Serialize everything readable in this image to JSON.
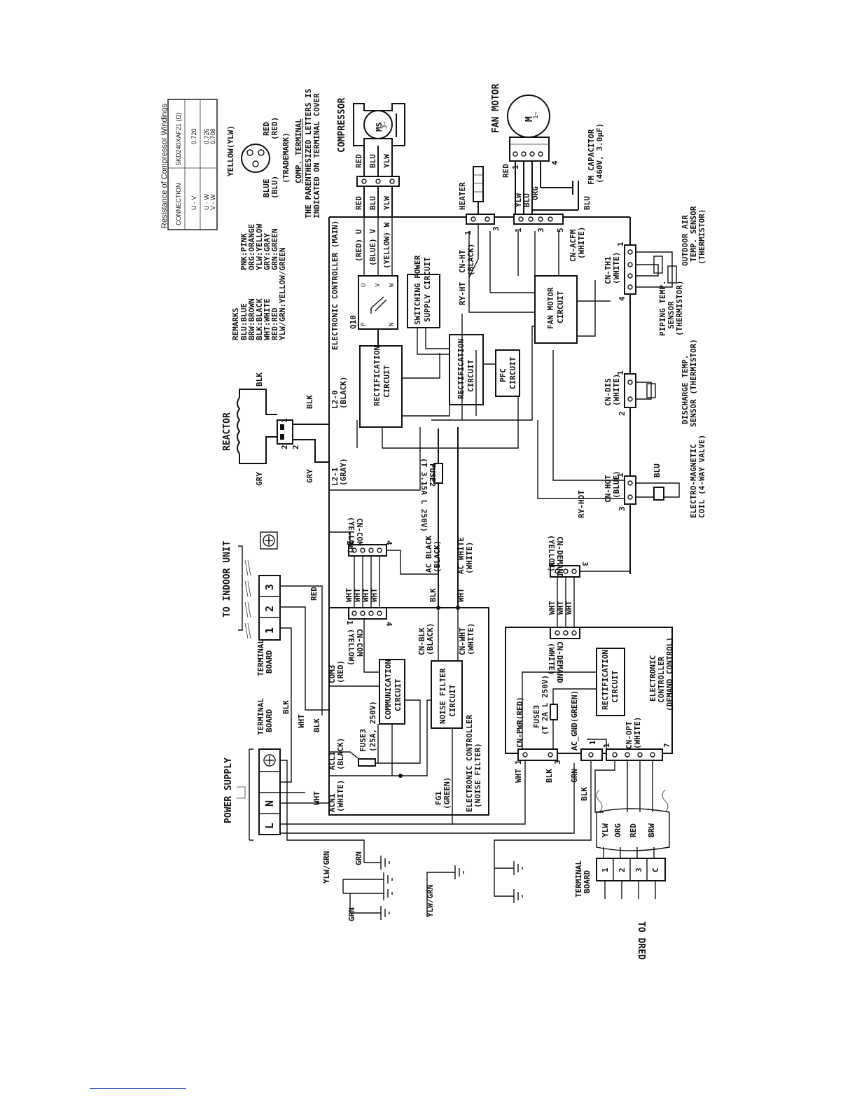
{
  "table": {
    "title": "Resistance of Compressor Windings",
    "headers": [
      "CONNECTION",
      "5KD240XAF21 (Ω)"
    ],
    "rows": [
      [
        "U - V",
        "0.720"
      ],
      [
        "U - W",
        "0.726"
      ],
      [
        "V - W",
        "0.708"
      ]
    ]
  },
  "comp_terminal": {
    "yellow": "YELLOW(YLW)",
    "red": "RED",
    "red_paren": "(RED)",
    "blue": "BLUE",
    "blue_paren": "(BLU)",
    "trademark": "(TRADEMARK)",
    "title": "COMP. TERMINAL"
  },
  "note": [
    "THE PARENTHESIZED LETTERS IS",
    "INDICATED ON TERMINAL COVER"
  ],
  "remarks": {
    "title": "REMARKS",
    "col1": [
      "BLU:BLUE",
      "BRW:BROWN",
      "BLK:BLACK",
      "WHT:WHITE",
      "RED:RED",
      "YLW/GRN:YELLOW/GREEN"
    ],
    "col2": [
      "PNK:PINK",
      "ORG:ORANGE",
      "YLW:YELLOW",
      "GRY:GRAY",
      "GRN:GREEN"
    ]
  },
  "components": {
    "compressor": "COMPRESSOR",
    "ms": "MS",
    "ms_sub": "3~",
    "fan_motor": "FAN MOTOR",
    "m": "M",
    "m_sub": "1~",
    "fm_capacitor": [
      "FM CAPACITOR",
      "(460V, 3.0μF)"
    ],
    "heater": "HEATER",
    "reactor": "REACTOR",
    "to_indoor_unit": "TO INDOOR UNIT",
    "terminal_board": [
      "TERMINAL",
      "BOARD"
    ],
    "power_supply": "POWER SUPPLY",
    "to_dred": "TO DRED",
    "outdoor_air_sensor": [
      "OUTDOOR AIR",
      "TEMP. SENSOR",
      "(THERMISTOR)"
    ],
    "piping_sensor": [
      "PIPING TEMP.",
      "SENSOR",
      "(THERMISTOR)"
    ],
    "discharge_sensor": [
      "DISCHARGE TEMP.",
      "SENSOR (THERMISTOR)"
    ],
    "coil": [
      "ELECTRO-MAGNETIC",
      "COIL (4-WAY VALVE)"
    ]
  },
  "circuits": {
    "q10": "Q10",
    "switching_power": [
      "SWITCHING POWER",
      "SUPPLY CIRCUIT"
    ],
    "rectification": [
      "RECTIFICATION",
      "CIRCUIT"
    ],
    "pfc": [
      "PFC",
      "CIRCUIT"
    ],
    "fan_motor_circuit": [
      "FAN MOTOR",
      "CIRCUIT"
    ],
    "communication": [
      "COMMUNICATION",
      "CIRCUIT"
    ],
    "noise_filter": [
      "NOISE FILTER",
      "CIRCUIT"
    ],
    "main_controller": "ELECTRONIC CONTROLLER (MAIN)",
    "noise_controller": [
      "ELECTRONIC CONTROLLER",
      "(NOISE FILTER)"
    ],
    "demand_controller": [
      "ELECTRONIC",
      "CONTROLLER",
      "(DEMAND CONTROL)"
    ]
  },
  "connectors": {
    "cn_ht": [
      "CN-HT",
      "(BLACK)"
    ],
    "cn_acfm": [
      "CN-ACFM",
      "(WHITE)"
    ],
    "cn_th1": [
      "CN-TH1",
      "(WHITE)"
    ],
    "cn_dis": [
      "CN-DIS",
      "(WHITE)"
    ],
    "cn_hot": [
      "CN-HOT",
      "(BLUE)"
    ],
    "cn_com": [
      "CN-COM",
      "(YELLOW)"
    ],
    "cn_demand": [
      "CN-DEMAND",
      "(YELLOW)"
    ],
    "cn_demand2": [
      "CN-DEMAND",
      "(WHITE)"
    ],
    "cn_blk": [
      "CN-BLK",
      "(BLACK)"
    ],
    "cn_wht": [
      "CN-WHT",
      "(WHITE)"
    ],
    "cn_pwr": "CN-PWR(RED)",
    "cn_opt": [
      "CN-OPT",
      "(WHITE)"
    ],
    "ac_gnd": "AC_GND(GREEN)",
    "fuse3_demand": [
      "FUSE3",
      "(T 2A L 250V)"
    ],
    "fuse2": [
      "FUSE2",
      "(T 3.15A L 250V)"
    ],
    "fuse3_main": [
      "FUSE3",
      "(25A, 250V)"
    ],
    "l2_0": [
      "L2-0",
      "(BLACK)"
    ],
    "l2_1": [
      "L2-1",
      "(GRAY)"
    ],
    "ac_black": [
      "AC BLACK",
      "(BLACK)"
    ],
    "ac_white": [
      "AC WHITE",
      "(WHITE)"
    ],
    "acl1": [
      "ACL1",
      "(BLACK)"
    ],
    "acn1": [
      "ACN1",
      "(WHITE)"
    ],
    "com3": [
      "COM3",
      "(RED)"
    ],
    "fg1": [
      "FG1",
      "(GREEN)"
    ],
    "ry_ht": "RY-HT",
    "ry_hot": "RY-HOT",
    "u_red": "(RED) U",
    "v_blue": "(BLUE) V",
    "w_yellow": "(YELLOW) W"
  },
  "wires": {
    "red": "RED",
    "blu": "BLU",
    "ylw": "YLW",
    "blk": "BLK",
    "gry": "GRY",
    "wht": "WHT",
    "grn": "GRN",
    "org": "ORG",
    "brw": "BRW",
    "ylw_grn": "YLW/GRN"
  },
  "pins": {
    "p1": "1",
    "p2": "2",
    "p3": "3",
    "p4": "4",
    "p5": "5",
    "p7": "7",
    "n": "N",
    "l": "L",
    "c": "C",
    "u": "U",
    "v": "V",
    "w": "W",
    "p": "P",
    "nn": "N"
  }
}
